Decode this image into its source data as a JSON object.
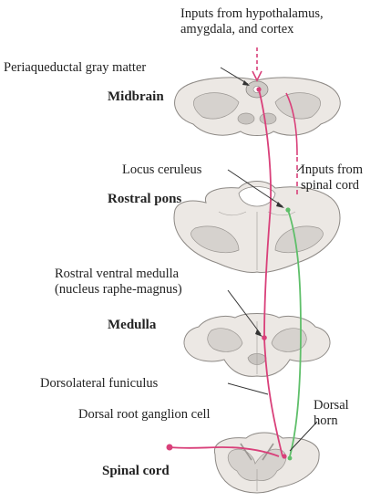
{
  "labels": {
    "inputs_top": [
      "Inputs from hypothalamus,",
      "amygdala, and cortex"
    ],
    "periaqueductal": "Periaqueductal gray matter",
    "midbrain": "Midbrain",
    "locus_ceruleus": "Locus ceruleus",
    "inputs_spinal": [
      "Inputs from",
      "spinal cord"
    ],
    "rostral_pons": "Rostral pons",
    "rvm": [
      "Rostral ventral medulla",
      "(nucleus raphe-magnus)"
    ],
    "medulla": "Medulla",
    "dorsolateral": "Dorsolateral funiculus",
    "drg_cell": "Dorsal root ganglion cell",
    "dorsal_horn": [
      "Dorsal",
      "horn"
    ],
    "spinal_cord": "Spinal cord"
  },
  "colors": {
    "pink_pathway": "#d9407a",
    "green_pathway": "#5fbf6a",
    "tissue": "#ece8e4",
    "gray_matter": "#d6d2ce"
  }
}
